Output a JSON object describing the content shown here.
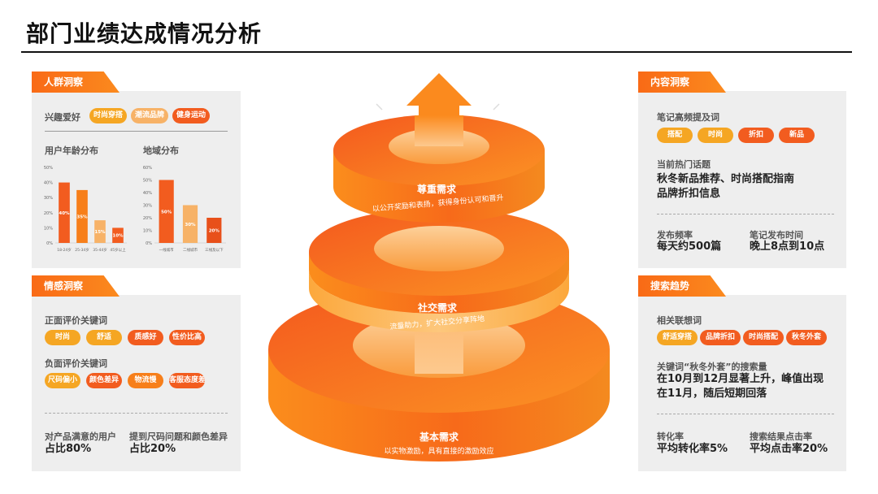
{
  "page": {
    "title": "部门业绩达成情况分析"
  },
  "crowd": {
    "tab": "人群洞察",
    "interest_label": "兴趣爱好",
    "interests": [
      "时尚穿搭",
      "潮流品牌",
      "健身运动"
    ],
    "age_title": "用户年龄分布",
    "region_title": "地域分布",
    "chart_data": [
      {
        "type": "bar",
        "title": "用户年龄分布",
        "categories": [
          "18-24岁",
          "25-34岁",
          "35-44岁",
          "45岁以上"
        ],
        "values": [
          40,
          35,
          15,
          10
        ],
        "labels": [
          "40%",
          "35%",
          "15%",
          "10%"
        ],
        "ylim": [
          0,
          50
        ],
        "yticks": [
          "0%",
          "10%",
          "20%",
          "30%",
          "40%",
          "50%"
        ],
        "colors": [
          "#f25c1f",
          "#f77f1a",
          "#f7b267",
          "#f25c1f"
        ]
      },
      {
        "type": "bar",
        "title": "地域分布",
        "categories": [
          "一线城市",
          "二线城市",
          "三线及以下"
        ],
        "values": [
          50,
          30,
          20
        ],
        "labels": [
          "50%",
          "30%",
          "20%"
        ],
        "ylim": [
          0,
          60
        ],
        "yticks": [
          "0%",
          "10%",
          "20%",
          "30%",
          "40%",
          "50%",
          "60%"
        ],
        "colors": [
          "#f25c1f",
          "#f7b267",
          "#e8501a"
        ]
      }
    ]
  },
  "emotion": {
    "tab": "情感洞察",
    "positive_label": "正面评价关键词",
    "positive": [
      "时尚",
      "舒适",
      "质感好",
      "性价比高"
    ],
    "negative_label": "负面评价关键词",
    "negative": [
      "尺码偏小",
      "颜色差异",
      "物流慢",
      "客服态度差"
    ],
    "stat1_label": "对产品满意的用户",
    "stat1_value": "占比80%",
    "stat2_label": "提到尺码问题和颜色差异",
    "stat2_value": "占比20%"
  },
  "pyramid": {
    "levels": [
      {
        "title": "尊重需求",
        "desc": "以公开奖励和表扬，获得身份认可和晋升"
      },
      {
        "title": "社交需求",
        "desc": "流量助力，扩大社交分享阵地"
      },
      {
        "title": "基本需求",
        "desc": "以实物激励，具有直接的激励效应"
      }
    ]
  },
  "content": {
    "tab": "内容洞察",
    "keywords_label": "笔记高频提及词",
    "keywords": [
      "搭配",
      "时尚",
      "折扣",
      "新品"
    ],
    "hot_label": "当前热门话题",
    "hot_text_1": "秋冬新品推荐、时尚搭配指南",
    "hot_text_2": "品牌折扣信息",
    "freq_label": "发布频率",
    "freq_value": "每天约500篇",
    "time_label": "笔记发布时间",
    "time_value": "晚上8点到10点"
  },
  "search": {
    "tab": "搜索趋势",
    "assoc_label": "相关联想词",
    "assoc": [
      "舒适穿搭",
      "品牌折扣",
      "时尚搭配",
      "秋冬外套"
    ],
    "trend_label": "关键词“秋冬外套”的搜索量",
    "trend_text_1": "在10月到12月显著上升，峰值出现",
    "trend_text_2": "在11月，随后短期回落",
    "conv_label": "转化率",
    "conv_value": "平均转化率5%",
    "ctr_label": "搜索结果点击率",
    "ctr_value": "平均点击率20%"
  }
}
